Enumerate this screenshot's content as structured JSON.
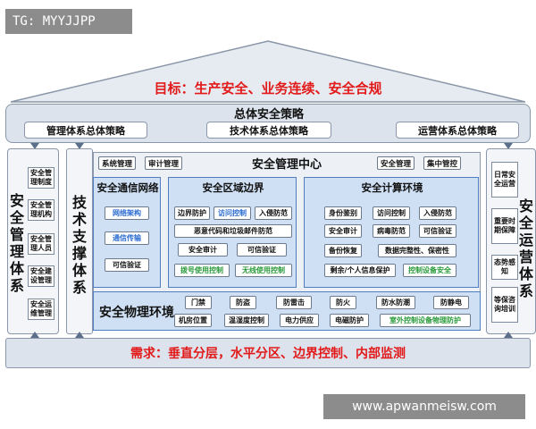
{
  "watermark": {
    "tag": "TG: MYYJJPP",
    "site": "www.apwanmeisw.com"
  },
  "colors": {
    "accent_red": "#e21a1a",
    "panel_blue": "#cfe0f5",
    "panel_gray": "#dce3ec",
    "blue_text": "#2a6bd1",
    "green_text": "#2a9a3a"
  },
  "goal": "目标：生产安全、业务连续、安全合规",
  "overall": {
    "title": "总体安全策略",
    "subs": [
      "管理体系总体策略",
      "技术体系总体策略",
      "运营体系总体策略"
    ]
  },
  "left": {
    "title": "安全管理体系",
    "items": [
      "安全管理制度",
      "安全管理机构",
      "安全管理人员",
      "安全建设管理",
      "安全运维管理"
    ]
  },
  "right": {
    "title": "安全运营体系",
    "items": [
      "日常安全运营",
      "重要时期保障",
      "态势感知",
      "等保咨询培训"
    ]
  },
  "tech": {
    "title": "技术支撑体系"
  },
  "mgmt_center": {
    "title": "安全管理中心",
    "left_pills": [
      "系统管理",
      "审计管理"
    ],
    "right_pills": [
      "安全管理",
      "集中管控"
    ]
  },
  "comm": {
    "title": "安全通信网络",
    "items": [
      "网络架构",
      "通信传输",
      "可信验证"
    ]
  },
  "zone": {
    "title": "安全区域边界",
    "row1": [
      "边界防护",
      "访问控制",
      "入侵防范"
    ],
    "row2": "恶意代码和垃圾邮件防范",
    "row3": [
      "安全审计",
      "可信验证"
    ],
    "row4": [
      "拨号使用控制",
      "无线使用控制"
    ]
  },
  "compute": {
    "title": "安全计算环境",
    "row1": [
      "身份鉴别",
      "访问控制",
      "入侵防范"
    ],
    "row2": [
      "安全审计",
      "病毒防范",
      "可信验证"
    ],
    "row3": [
      "备份恢复",
      "数据完整性、保密性"
    ],
    "row4": [
      "剩余/个人信息保护",
      "控制设备安全"
    ]
  },
  "physical": {
    "title": "安全物理环境",
    "row1": [
      "门禁",
      "防盗",
      "防雷击",
      "防火",
      "防水防潮",
      "防静电"
    ],
    "row2": [
      "机房位置",
      "温湿度控制",
      "电力供应",
      "电磁防护",
      "室外控制设备物理防护"
    ]
  },
  "need": "需求：垂直分层，水平分区、边界控制、内部监测"
}
